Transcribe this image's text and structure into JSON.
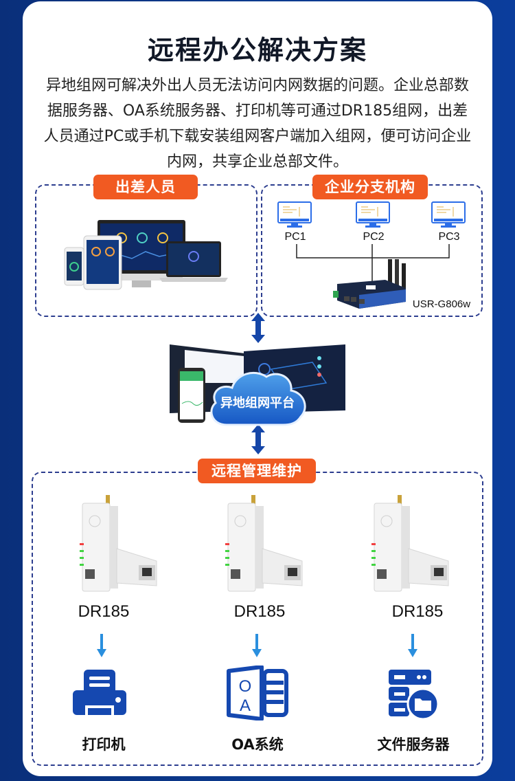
{
  "title": "远程办公解决方案",
  "description": [
    "异地组网可解决外出人员无法访问内网数据的问题。企业总部数",
    "据服务器、OA系统服务器、打印机等可通过DR185组网，出差",
    "人员通过PC或手机下载安装组网客户端加入组网，便可访问企业",
    "内网，共享企业总部文件。"
  ],
  "sections": {
    "travel": {
      "tag": "出差人员"
    },
    "branch": {
      "tag": "企业分支机构",
      "pcs": [
        "PC1",
        "PC2",
        "PC3"
      ],
      "router_model": "USR-G806w"
    },
    "platform": {
      "cloud_label": "异地组网平台"
    },
    "maintenance": {
      "tag": "远程管理维护",
      "devices": [
        {
          "model": "DR185",
          "service": "打印机",
          "icon": "printer-icon"
        },
        {
          "model": "DR185",
          "service": "OA系统",
          "icon": "oa-system-icon"
        },
        {
          "model": "DR185",
          "service": "文件服务器",
          "icon": "file-server-icon"
        }
      ]
    }
  },
  "colors": {
    "accent_orange": "#f15a22",
    "brand_blue": "#1548b0",
    "background": "#0b3a8e"
  }
}
